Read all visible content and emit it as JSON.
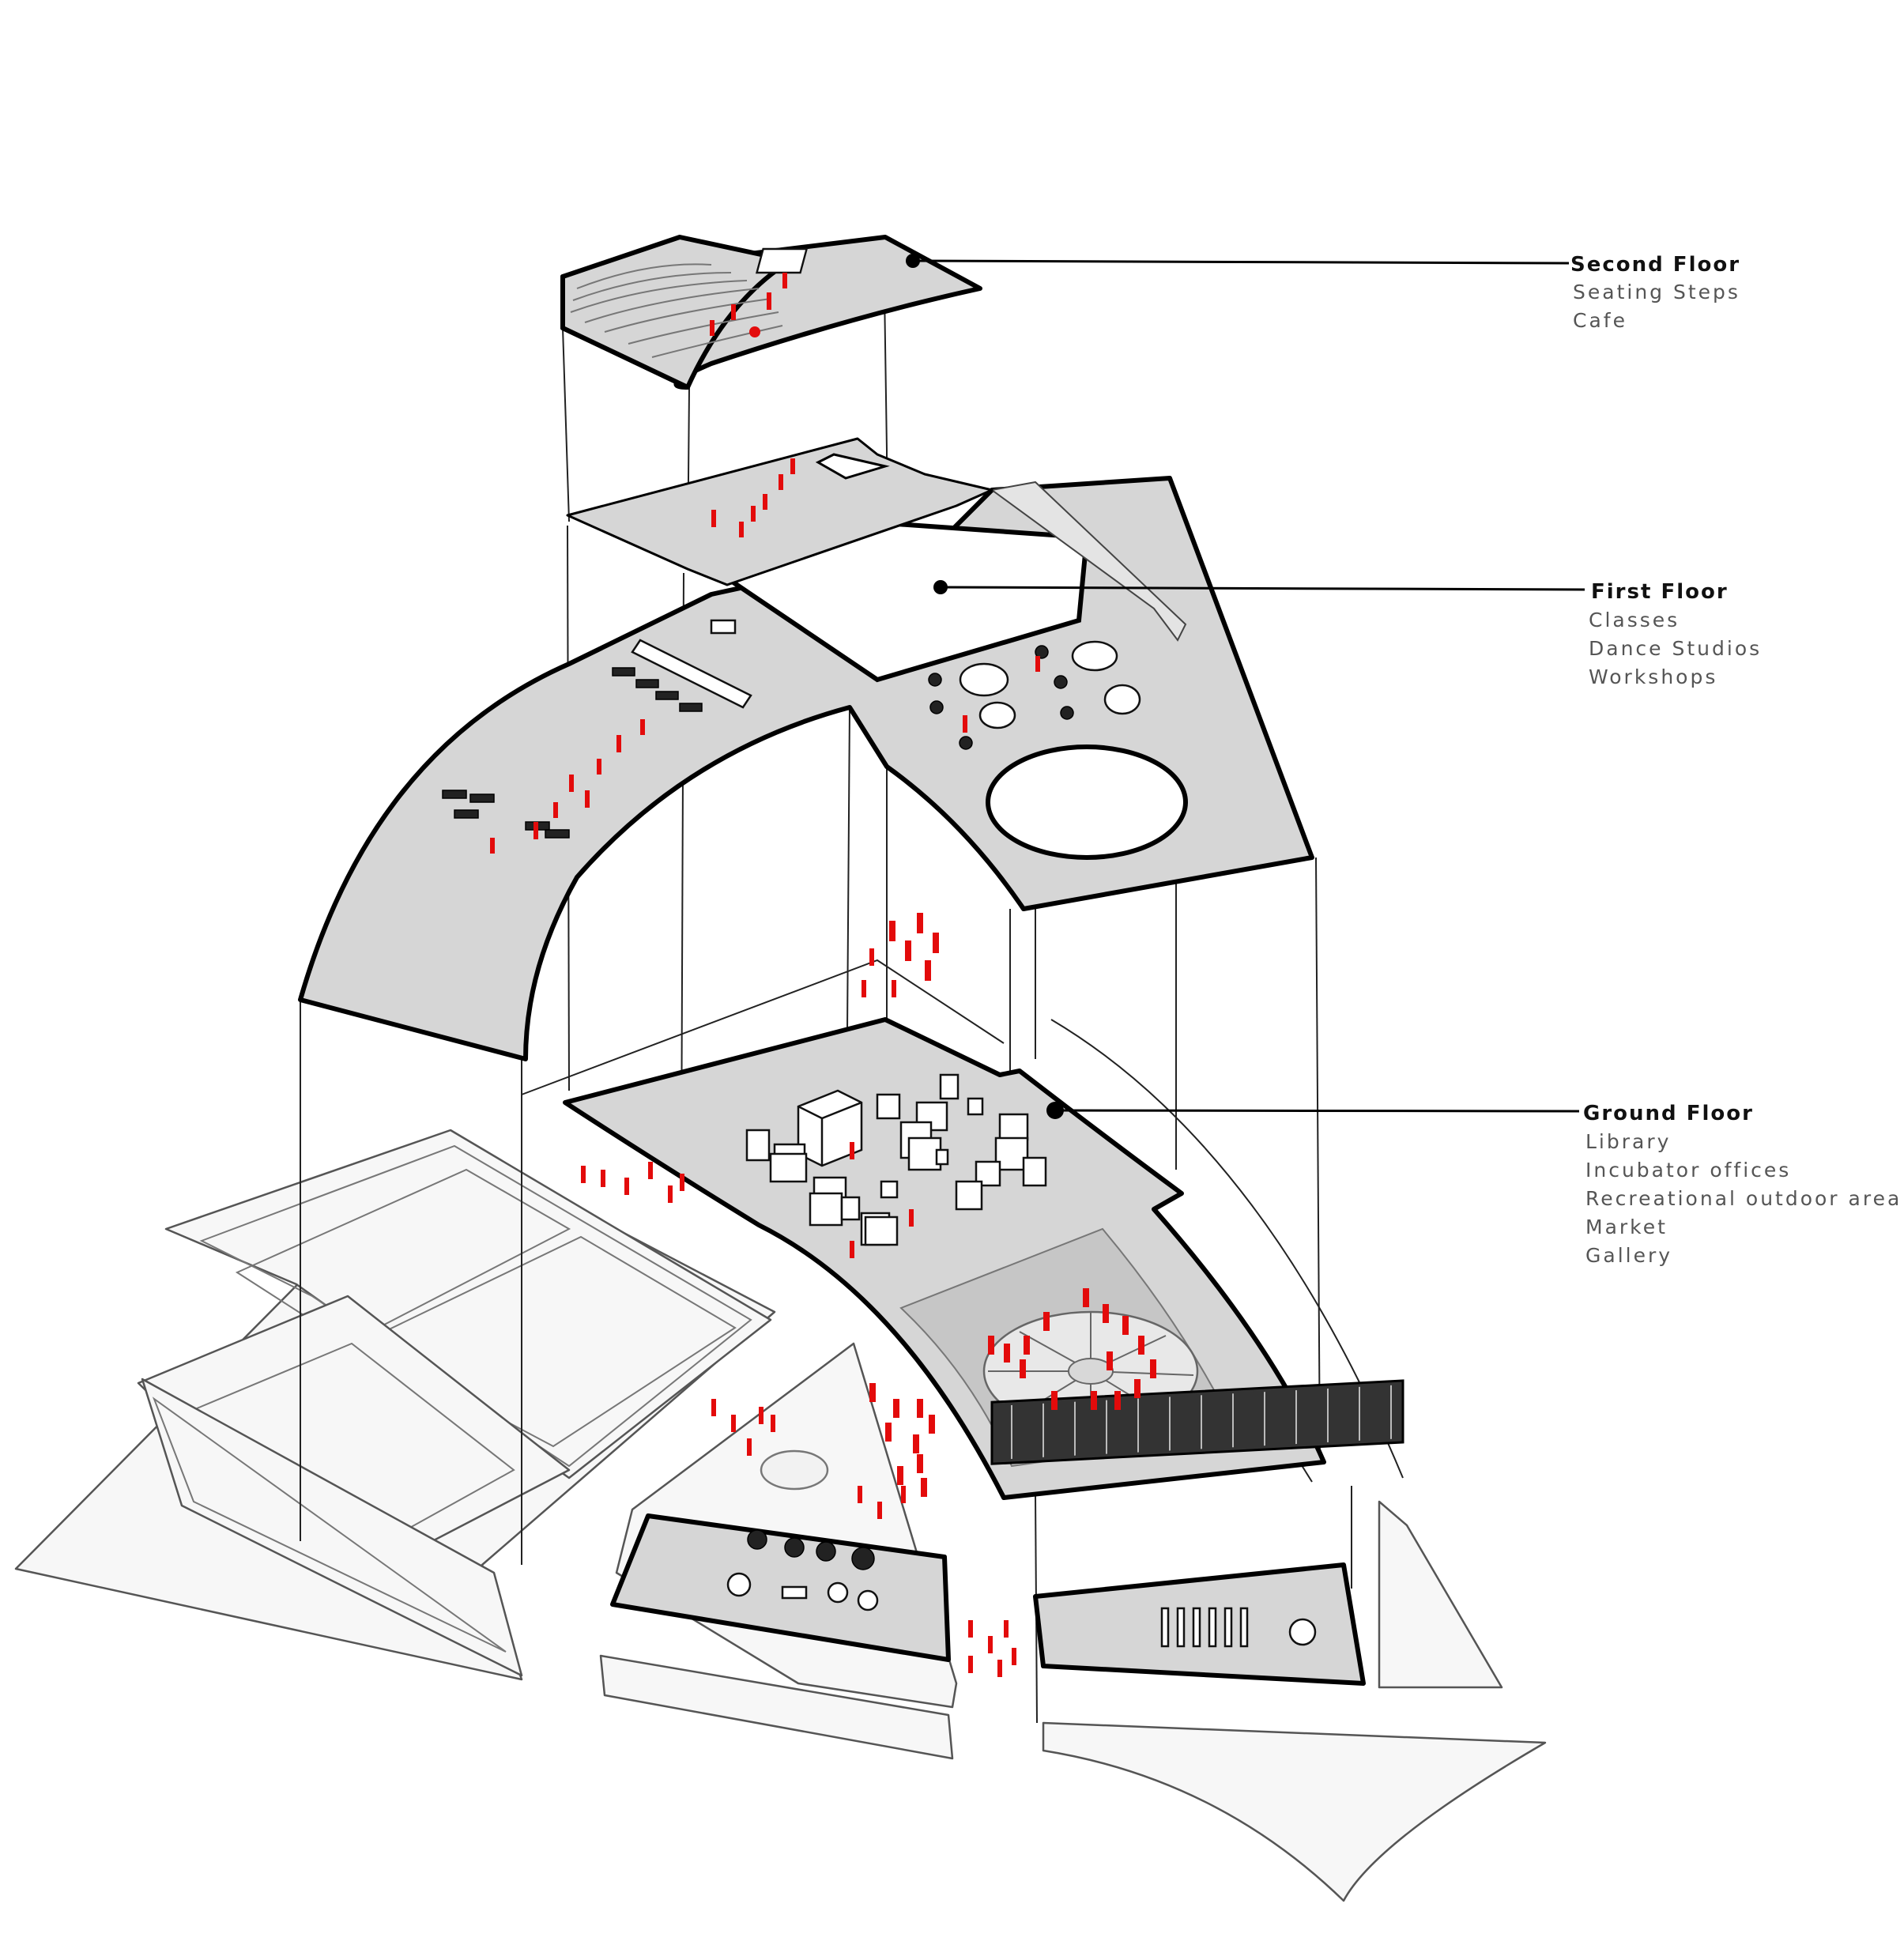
{
  "floors": [
    {
      "title": "Second Floor",
      "items": [
        "Seating Steps",
        "Cafe"
      ]
    },
    {
      "title": "First Floor",
      "items": [
        "Classes",
        "Dance Studios",
        "Workshops"
      ]
    },
    {
      "title": "Ground Floor",
      "items": [
        "Library",
        "Incubator offices",
        "Recreational outdoor area",
        "Market",
        "Gallery"
      ]
    }
  ],
  "colors": {
    "slab": "#d6d6d6",
    "outline": "#000000",
    "people": "#e30b0b",
    "site": "#f7f7f7"
  }
}
